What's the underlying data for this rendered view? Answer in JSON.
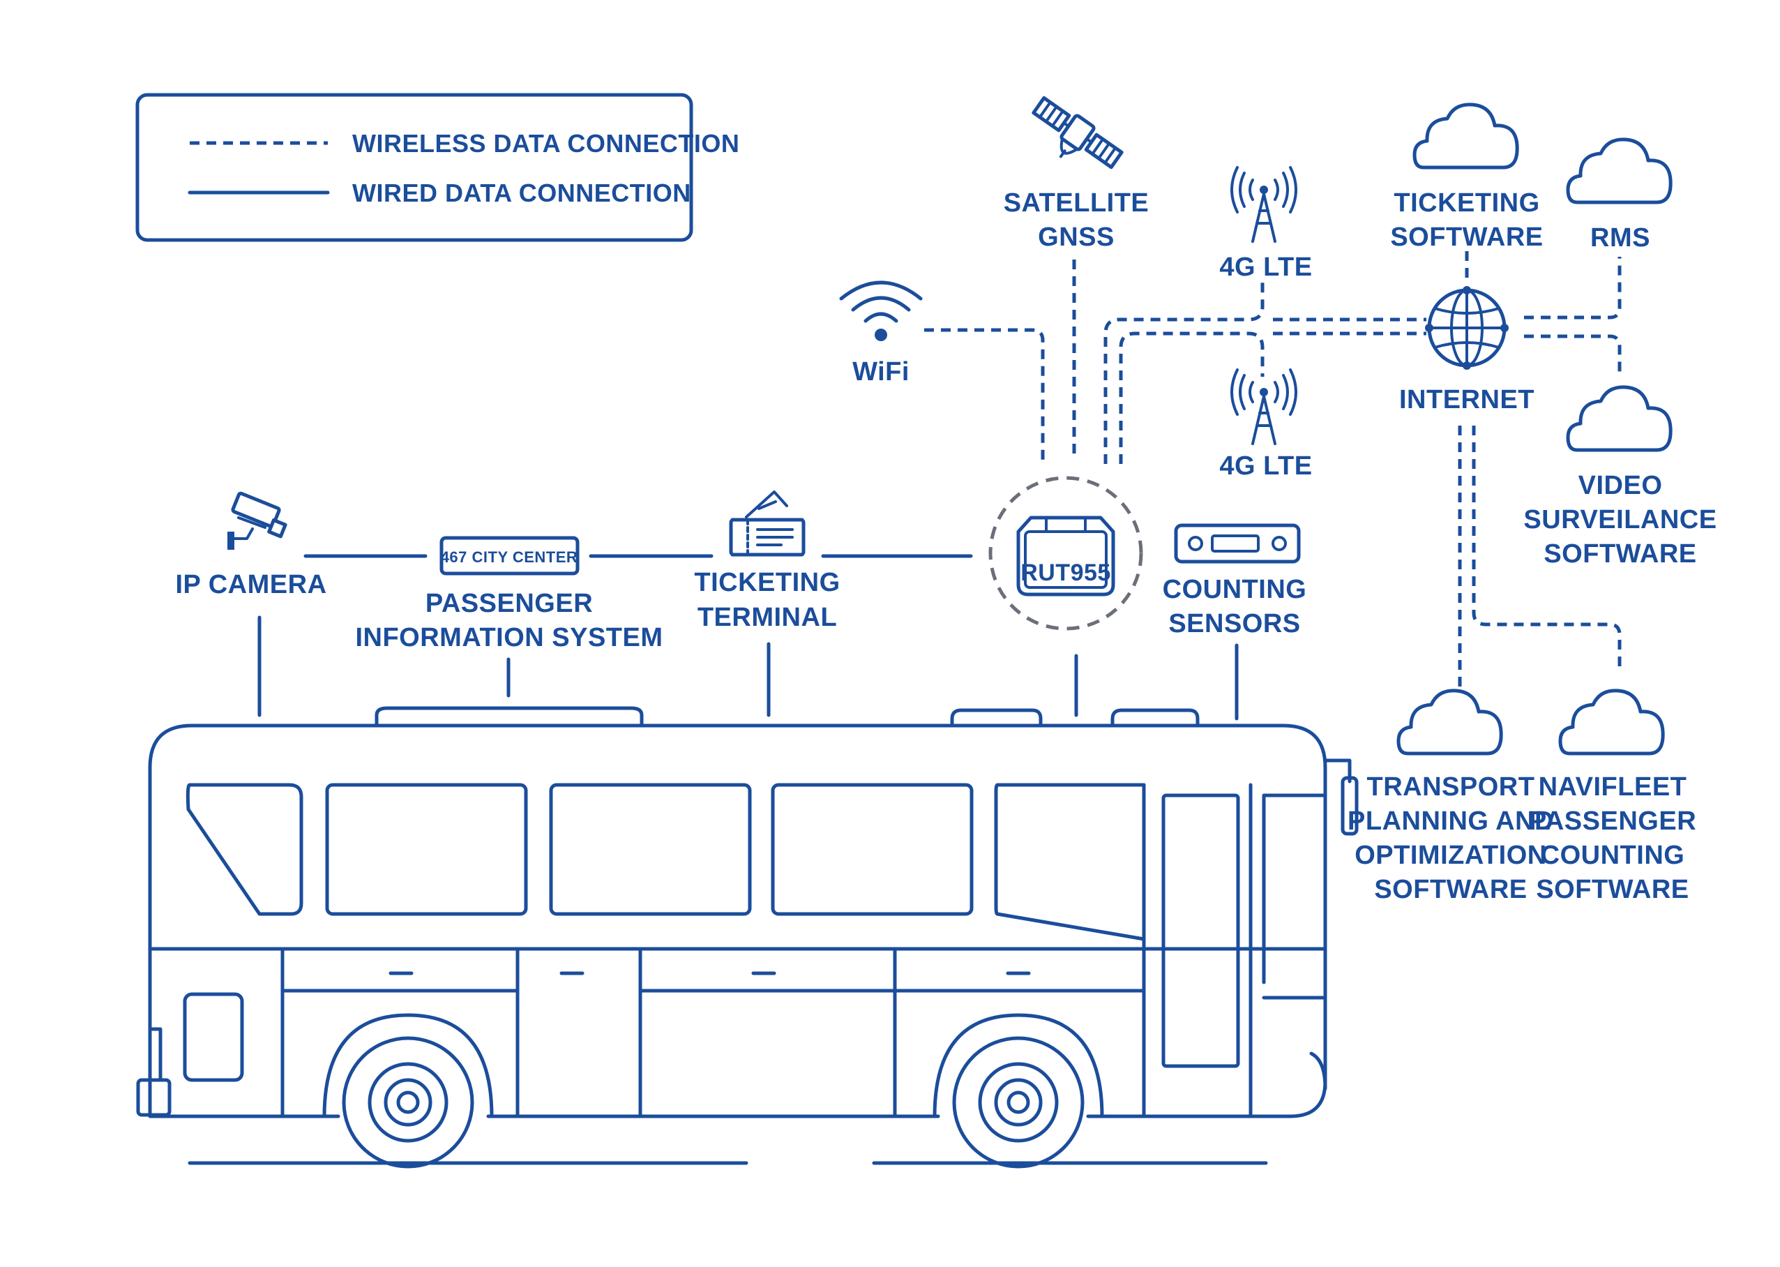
{
  "legend": {
    "wireless_label": "WIRELESS DATA CONNECTION",
    "wired_label": "WIRED DATA CONNECTION"
  },
  "nodes": {
    "satellite": {
      "line1": "SATELLITE",
      "line2": "GNSS",
      "icon": "satellite-icon"
    },
    "lte_top": {
      "label": "4G LTE",
      "icon": "cell-tower-icon"
    },
    "lte_bottom": {
      "label": "4G LTE",
      "icon": "cell-tower-icon"
    },
    "wifi": {
      "label": "WiFi",
      "icon": "wifi-icon"
    },
    "ticketing_software": {
      "line1": "TICKETING",
      "line2": "SOFTWARE",
      "icon": "cloud-icon"
    },
    "rms": {
      "label": "RMS",
      "icon": "cloud-icon"
    },
    "internet": {
      "label": "INTERNET",
      "icon": "globe-icon"
    },
    "video": {
      "line1": "VIDEO",
      "line2": "SURVEILANCE",
      "line3": "SOFTWARE",
      "icon": "cloud-icon"
    },
    "transport": {
      "line1": "TRANSPORT",
      "line2": "PLANNING AND",
      "line3": "OPTIMIZATION",
      "line4": "SOFTWARE",
      "icon": "cloud-icon"
    },
    "navifleet": {
      "line1": "NAVIFLEET",
      "line2": "PASSENGER",
      "line3": "COUNTING",
      "line4": "SOFTWARE",
      "icon": "cloud-icon"
    },
    "ip_camera": {
      "label": "IP CAMERA",
      "icon": "camera-icon"
    },
    "pis": {
      "display_text": "467 CITY CENTER",
      "line1": "PASSENGER",
      "line2": "INFORMATION SYSTEM"
    },
    "ticketing_terminal": {
      "line1": "TICKETING",
      "line2": "TERMINAL",
      "icon": "ticket-icon"
    },
    "router": {
      "label": "RUT955",
      "icon": "router-icon"
    },
    "counting": {
      "line1": "COUNTING",
      "line2": "SENSORS",
      "icon": "sensor-icon"
    }
  },
  "colors": {
    "primary": "#1b4d9b",
    "router_ring": "#6b6f7a",
    "background": "#ffffff"
  }
}
